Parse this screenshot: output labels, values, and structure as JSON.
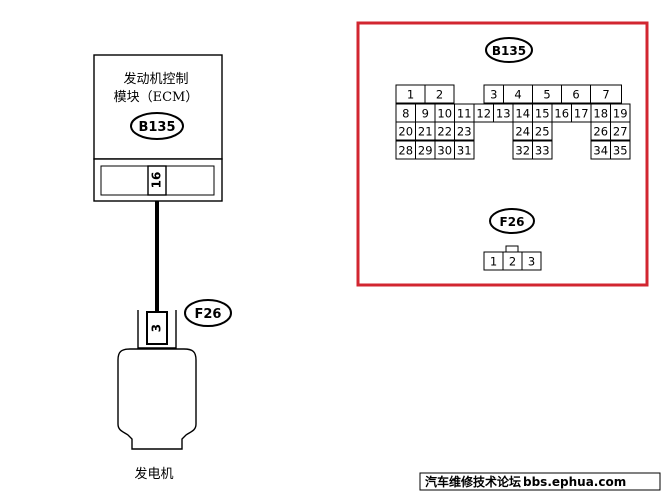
{
  "ecm": {
    "title_line1": "发动机控制",
    "title_line2": "模块（ECM）",
    "connector_label": "B135",
    "pin": "16"
  },
  "generator": {
    "connector_label": "F26",
    "pin": "3",
    "label": "发电机"
  },
  "pinout": {
    "b135": {
      "label": "B135",
      "row1": [
        "1",
        "2",
        "3",
        "4",
        "5",
        "6",
        "7"
      ],
      "row2": [
        "8",
        "9",
        "10",
        "11",
        "12",
        "13",
        "14",
        "15",
        "16",
        "17",
        "18",
        "19"
      ],
      "row3": [
        "20",
        "21",
        "22",
        "23",
        "24",
        "25",
        "26",
        "27"
      ],
      "row4": [
        "28",
        "29",
        "30",
        "31",
        "32",
        "33",
        "34",
        "35"
      ]
    },
    "f26": {
      "label": "F26",
      "pins": [
        "1",
        "2",
        "3"
      ]
    }
  },
  "colors": {
    "frame": "#d22630",
    "line": "#000000",
    "body_fill": "#ffffff"
  },
  "footer": {
    "cn": "汽车维修技术论坛",
    "url": "bbs.ephua.com"
  }
}
